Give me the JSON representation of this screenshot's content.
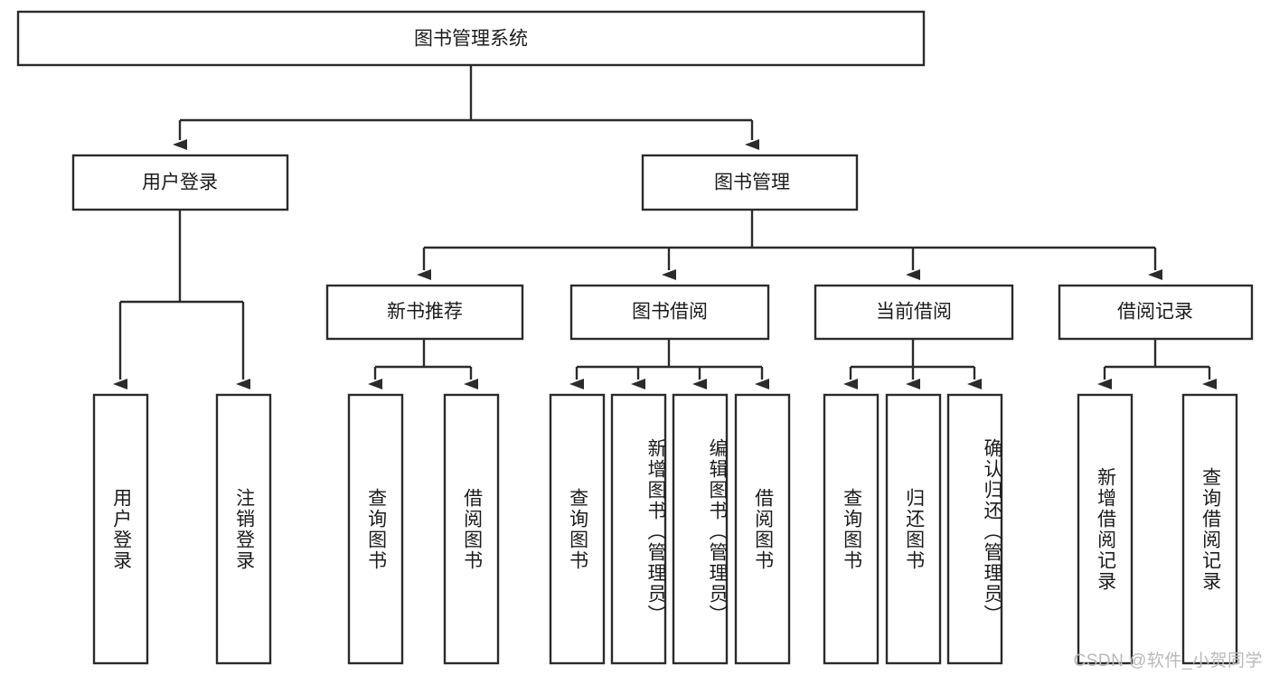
{
  "diagram": {
    "type": "tree-hierarchy",
    "title": "图书管理系统",
    "orientation": "top-down",
    "colors": {
      "box_stroke": "#2b2b2b",
      "box_fill": "#ffffff",
      "connector": "#2b2b2b",
      "text": "#1c1c1c",
      "background": "#ffffff",
      "watermark": "#b9b9b9"
    },
    "root": {
      "label": "图书管理系统"
    },
    "level2": [
      {
        "label": "用户登录"
      },
      {
        "label": "图书管理"
      }
    ],
    "level3": [
      {
        "label": "新书推荐"
      },
      {
        "label": "图书借阅"
      },
      {
        "label": "当前借阅"
      },
      {
        "label": "借阅记录"
      }
    ],
    "leaves": {
      "user_login": [
        {
          "label": "用户登录"
        },
        {
          "label": "注销登录"
        }
      ],
      "new_book_recommend": [
        {
          "label": "查询图书"
        },
        {
          "label": "借阅图书"
        }
      ],
      "book_borrow": [
        {
          "label": "查询图书"
        },
        {
          "label": "新增图书（管理员）"
        },
        {
          "label": "编辑图书（管理员）"
        },
        {
          "label": "借阅图书"
        }
      ],
      "current_borrow": [
        {
          "label": "查询图书"
        },
        {
          "label": "归还图书"
        },
        {
          "label": "确认归还（管理员）"
        }
      ],
      "borrow_records": [
        {
          "label": "新增借阅记录"
        },
        {
          "label": "查询借阅记录"
        }
      ]
    }
  },
  "watermark": {
    "text": "CSDN @软件_小贺同学"
  }
}
